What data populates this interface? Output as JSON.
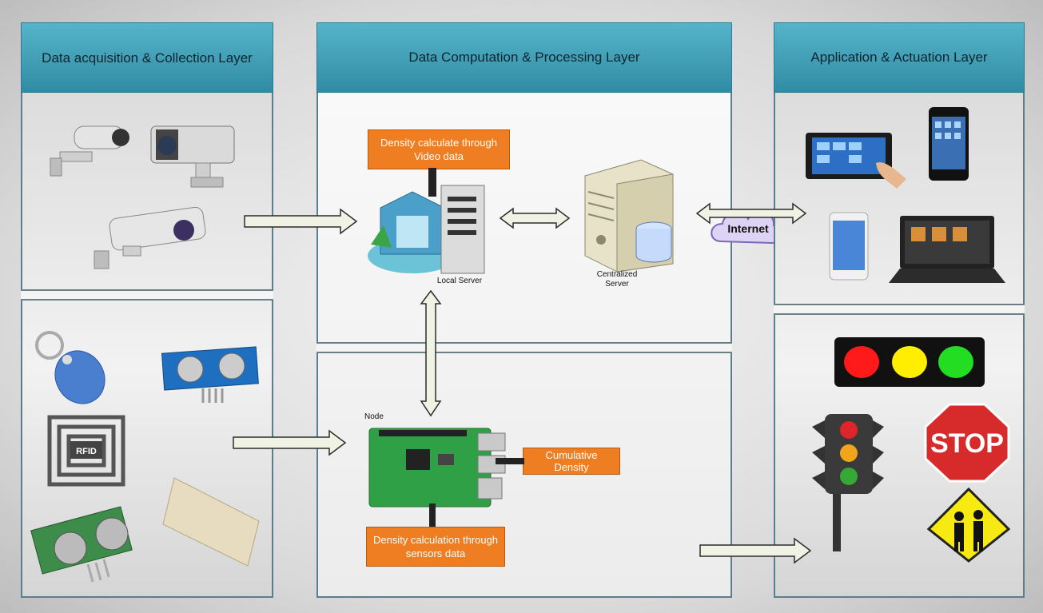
{
  "layers": {
    "acquisition": {
      "title": "Data acquisition & Collection Layer"
    },
    "computation": {
      "title": "Data Computation & Processing Layer"
    },
    "application": {
      "title": "Application & Actuation Layer"
    }
  },
  "computation": {
    "video_box": "Density calculate through Video data",
    "local_server_label": "Local Server",
    "central_server_label": "Centralized Server",
    "internet_label": "Internet",
    "node_label": "Node",
    "cumulative_box": "Cumulative Density",
    "sensor_box": "Density calculation through sensors data"
  },
  "acquisition": {
    "rfid_label": "RFID"
  },
  "application": {
    "stop_sign": "STOP",
    "signal_colors": [
      "#ff1a1a",
      "#ffee00",
      "#22dd22"
    ]
  },
  "colors": {
    "header": "#3a9fb8",
    "orange": "#ef7d22",
    "arrow_fill": "#f0f3e4"
  }
}
